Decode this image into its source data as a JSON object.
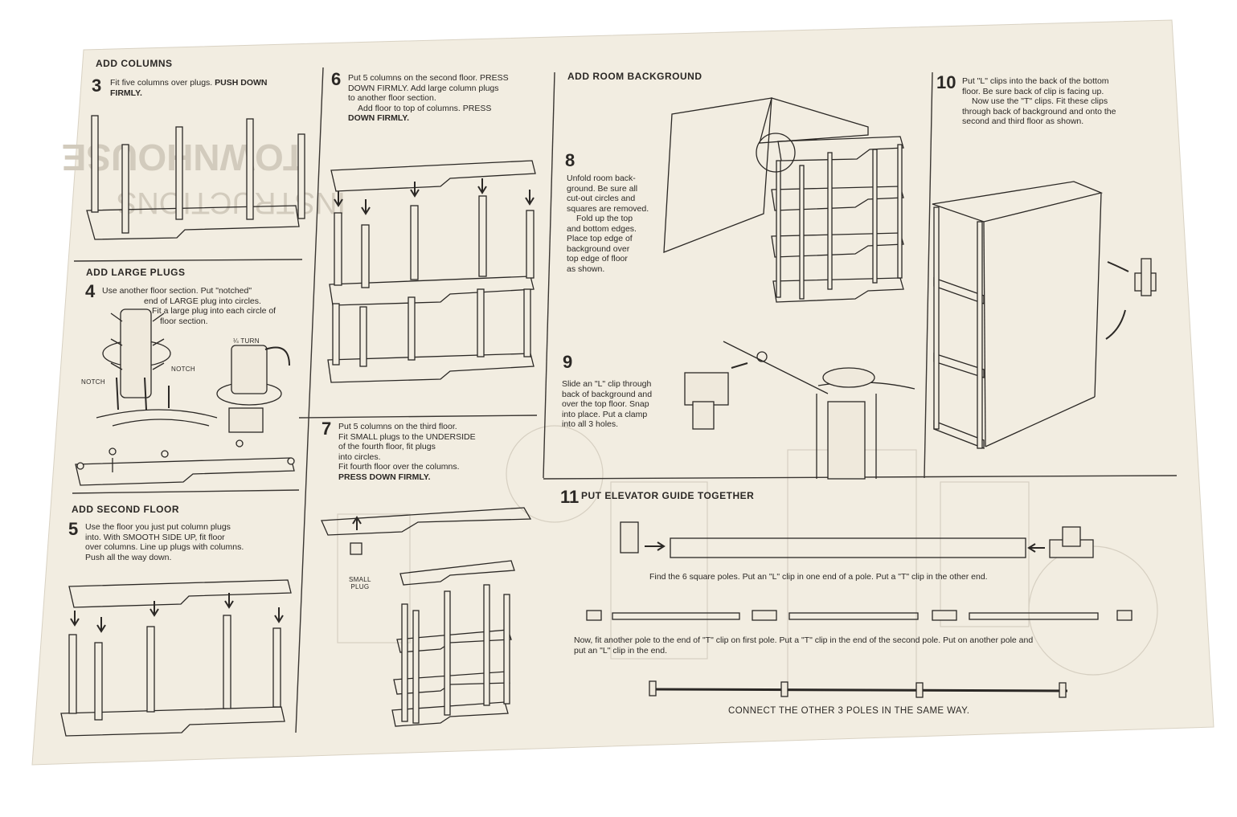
{
  "sections": {
    "add_columns": {
      "header": "ADD COLUMNS",
      "step": "3",
      "text1": "Fit five columns over plugs.",
      "text2": "PUSH DOWN",
      "text3": "FIRMLY."
    },
    "add_large_plugs": {
      "header": "ADD LARGE PLUGS",
      "step": "4",
      "line1": "Use another floor section. Put \"notched\"",
      "line2": "end of LARGE plug into circles.",
      "line3": "Fit a large plug into each circle of",
      "line4": "floor section.",
      "label_notch_left": "NOTCH",
      "label_notch_right": "NOTCH",
      "label_turn": "¼ TURN"
    },
    "add_second_floor": {
      "header": "ADD SECOND FLOOR",
      "step": "5",
      "line1": "Use the floor you just put column plugs",
      "line2": "into. With SMOOTH SIDE UP, fit floor",
      "line3": "over columns. Line up plugs with columns.",
      "line4": "Push all the way down."
    },
    "step6": {
      "step": "6",
      "line1": "Put 5 columns on the second floor. PRESS",
      "line2": "DOWN FIRMLY. Add large column plugs",
      "line3": "to another floor section.",
      "line4": "Add floor to top of columns. PRESS",
      "line5": "DOWN FIRMLY."
    },
    "step7": {
      "step": "7",
      "line1": "Put 5 columns on the third floor.",
      "line2": "Fit SMALL plugs to the UNDERSIDE",
      "line3": "of the fourth floor, fit plugs",
      "line4": "into circles.",
      "line5": "Fit fourth floor over the columns.",
      "line6": "PRESS DOWN FIRMLY.",
      "label_small_plug_1": "SMALL",
      "label_small_plug_2": "PLUG"
    },
    "add_room_background": {
      "header": "ADD ROOM BACKGROUND",
      "step": "8",
      "line1": "Unfold room back-",
      "line2": "ground. Be sure all",
      "line3": "cut-out circles and",
      "line4": "squares are removed.",
      "line5": "Fold up the top",
      "line6": "and bottom edges.",
      "line7": "Place top edge of",
      "line8": "background over",
      "line9": "top edge of floor",
      "line10": "as shown."
    },
    "step9": {
      "step": "9",
      "line1": "Slide an \"L\" clip through",
      "line2": "back of background and",
      "line3": "over the top floor. Snap",
      "line4": "into place. Put a clamp",
      "line5": "into all 3 holes."
    },
    "step10": {
      "step": "10",
      "line1": "Put \"L\" clips into the back of the bottom",
      "line2": "floor. Be sure back of clip is facing up.",
      "line3": "Now use the \"T\" clips. Fit these clips",
      "line4": "through back of background and onto the",
      "line5": "second and third floor as shown."
    },
    "step11": {
      "step": "11",
      "header": "PUT ELEVATOR GUIDE TOGETHER",
      "caption1": "Find the 6 square poles. Put an \"L\" clip in one end of a pole. Put a \"T\" clip in the other end.",
      "caption2a": "Now, fit another pole to the end of \"T\" clip on first pole. Put a \"T\" clip in the end of the second pole. Put on another pole and",
      "caption2b": "put an \"L\" clip in the end.",
      "caption3": "CONNECT THE OTHER 3 POLES IN THE SAME WAY."
    }
  },
  "colors": {
    "paper": "#f2ede1",
    "ink": "#2b2825",
    "bleed": "#cfc8ba"
  }
}
